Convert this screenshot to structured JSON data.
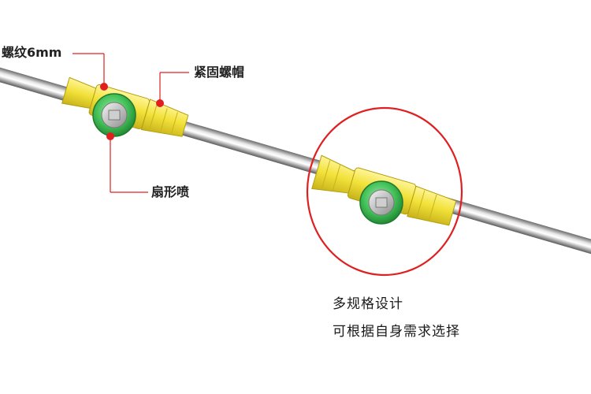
{
  "labels": {
    "thread": "螺纹6mm",
    "nut": "紧固螺帽",
    "fan_nozzle": "扇形喷"
  },
  "captions": {
    "line1": "多规格设计",
    "line2": "可根据自身需求选择"
  },
  "colors": {
    "nozzle_body": "#f2e23a",
    "nozzle_tip": "#44c25a",
    "callout": "#e02020",
    "rod": "#b9b9b9"
  }
}
